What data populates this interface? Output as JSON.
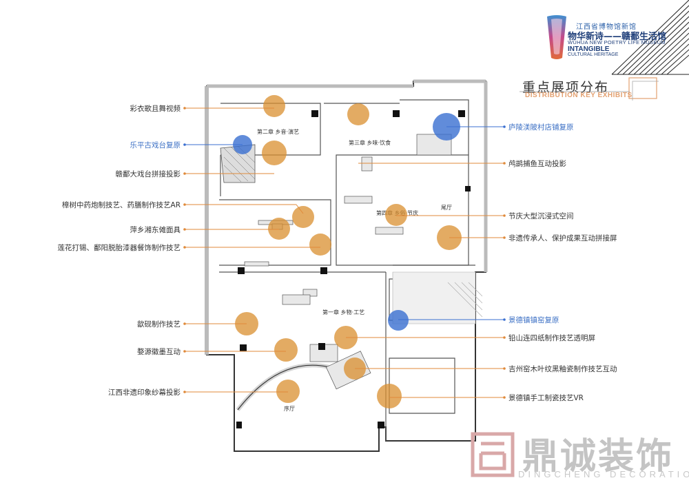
{
  "header": {
    "museum_cn": "江西省博物馆新馆",
    "hall_cn": "物华新诗——赣鄱生活馆",
    "hall_en": "WUHUA NEW POETRY LIFE MUSEUM",
    "intangible": "INTANGIBLE",
    "cultural_heritage": "CULTURAL HERITAGE"
  },
  "section": {
    "title": "重点展项分布",
    "subtitle": "DISTRIBUTION KEY EXHIBITS"
  },
  "left_callouts": [
    {
      "label": "彩衣歌且舞视频",
      "blue": false
    },
    {
      "label": "乐平古戏台复原",
      "blue": true
    },
    {
      "label": "赣鄱大戏台拼接投影",
      "blue": false
    },
    {
      "label": "樟树中药炮制技艺、药膳制作技艺AR",
      "blue": false
    },
    {
      "label": "萍乡湘东傩面具",
      "blue": false
    },
    {
      "label": "莲花打锡、鄱阳脱胎漆器餐饰制作技艺",
      "blue": false
    },
    {
      "label": "歙砚制作技艺",
      "blue": false
    },
    {
      "label": "婺源徽墨互动",
      "blue": false
    },
    {
      "label": "江西非遗印象纱幕投影",
      "blue": false
    }
  ],
  "right_callouts": [
    {
      "label": "庐陵渼陂村店铺复原",
      "blue": true
    },
    {
      "label": "鸬鹚捕鱼互动投影",
      "blue": false
    },
    {
      "label": "节庆大型沉浸式空间",
      "blue": false
    },
    {
      "label": "非遗传承人、保护成果互动拼接屏",
      "blue": false
    },
    {
      "label": "景德镇镇窑复原",
      "blue": true
    },
    {
      "label": "铅山连四纸制作技艺透明屏",
      "blue": false
    },
    {
      "label": "吉州窑木叶纹黑釉瓷制作技艺互动",
      "blue": false
    },
    {
      "label": "景德镇手工制瓷技艺VR",
      "blue": false
    }
  ],
  "plan_labels": {
    "ch2": "第二章 乡音·演艺",
    "ch3": "第三章 乡味·饮食",
    "ch4": "第四章 乡俗·节庆",
    "ch1": "第一章 乡物·工艺",
    "lobby": "序厅",
    "tail": "尾厅"
  },
  "watermark": {
    "cn": "鼎诚装饰",
    "en": "DINGCHENG DECORATION"
  },
  "colors": {
    "orange_marker": "#d98f2f",
    "blue_marker": "#3a6fd1",
    "leader_line": "#e08a3a",
    "blue_text": "#3b6fc4"
  }
}
